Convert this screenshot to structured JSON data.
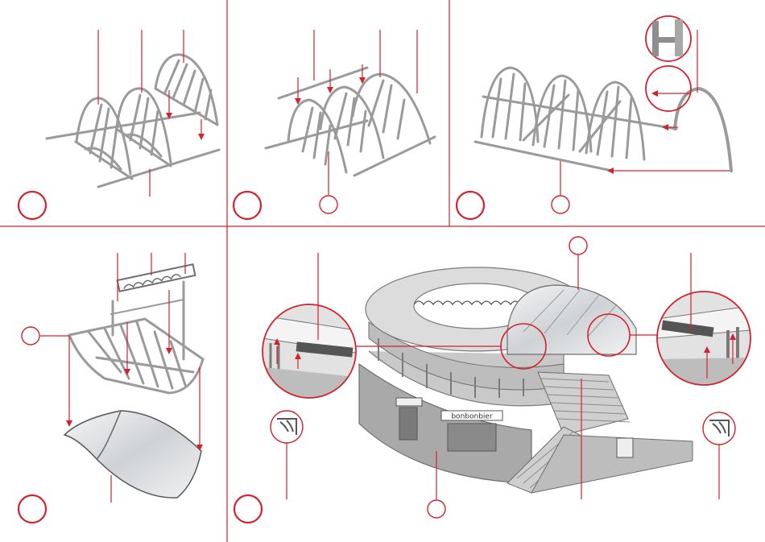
{
  "diagram": {
    "kind": "assembly-instructions",
    "step_count": 5,
    "colors": {
      "leader": "#d6202a",
      "step_circle": "#d6202a",
      "divider": "#d6202a",
      "part": "#9a9a9a",
      "part_dark": "#6d6d6d",
      "glass": "#e4e6e8"
    },
    "shop_sign": "bonbonbier"
  }
}
